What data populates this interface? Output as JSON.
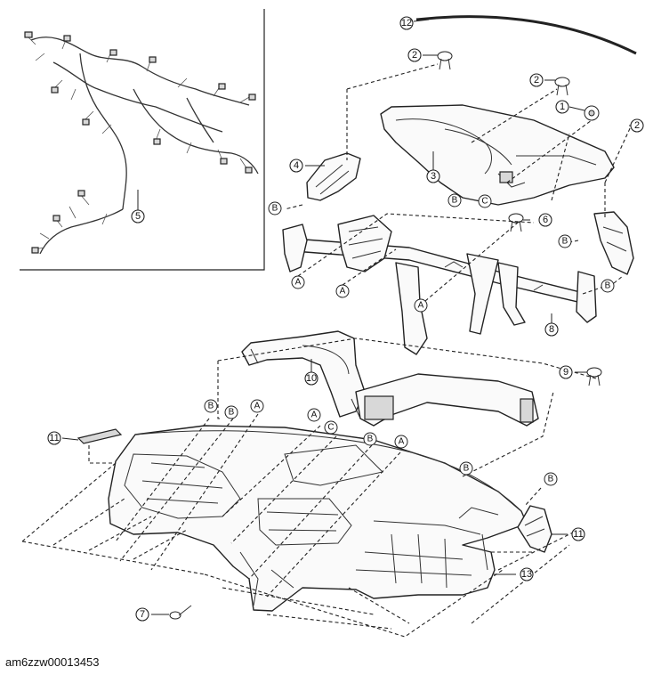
{
  "figure_id": "am6zzw00013453",
  "callouts": {
    "1": "1",
    "2": "2",
    "3": "3",
    "4": "4",
    "5": "5",
    "6": "6",
    "7": "7",
    "8": "8",
    "9": "9",
    "10": "10",
    "11": "11",
    "12": "12",
    "13": "13"
  },
  "refs": {
    "A": "A",
    "B": "B",
    "C": "C"
  }
}
